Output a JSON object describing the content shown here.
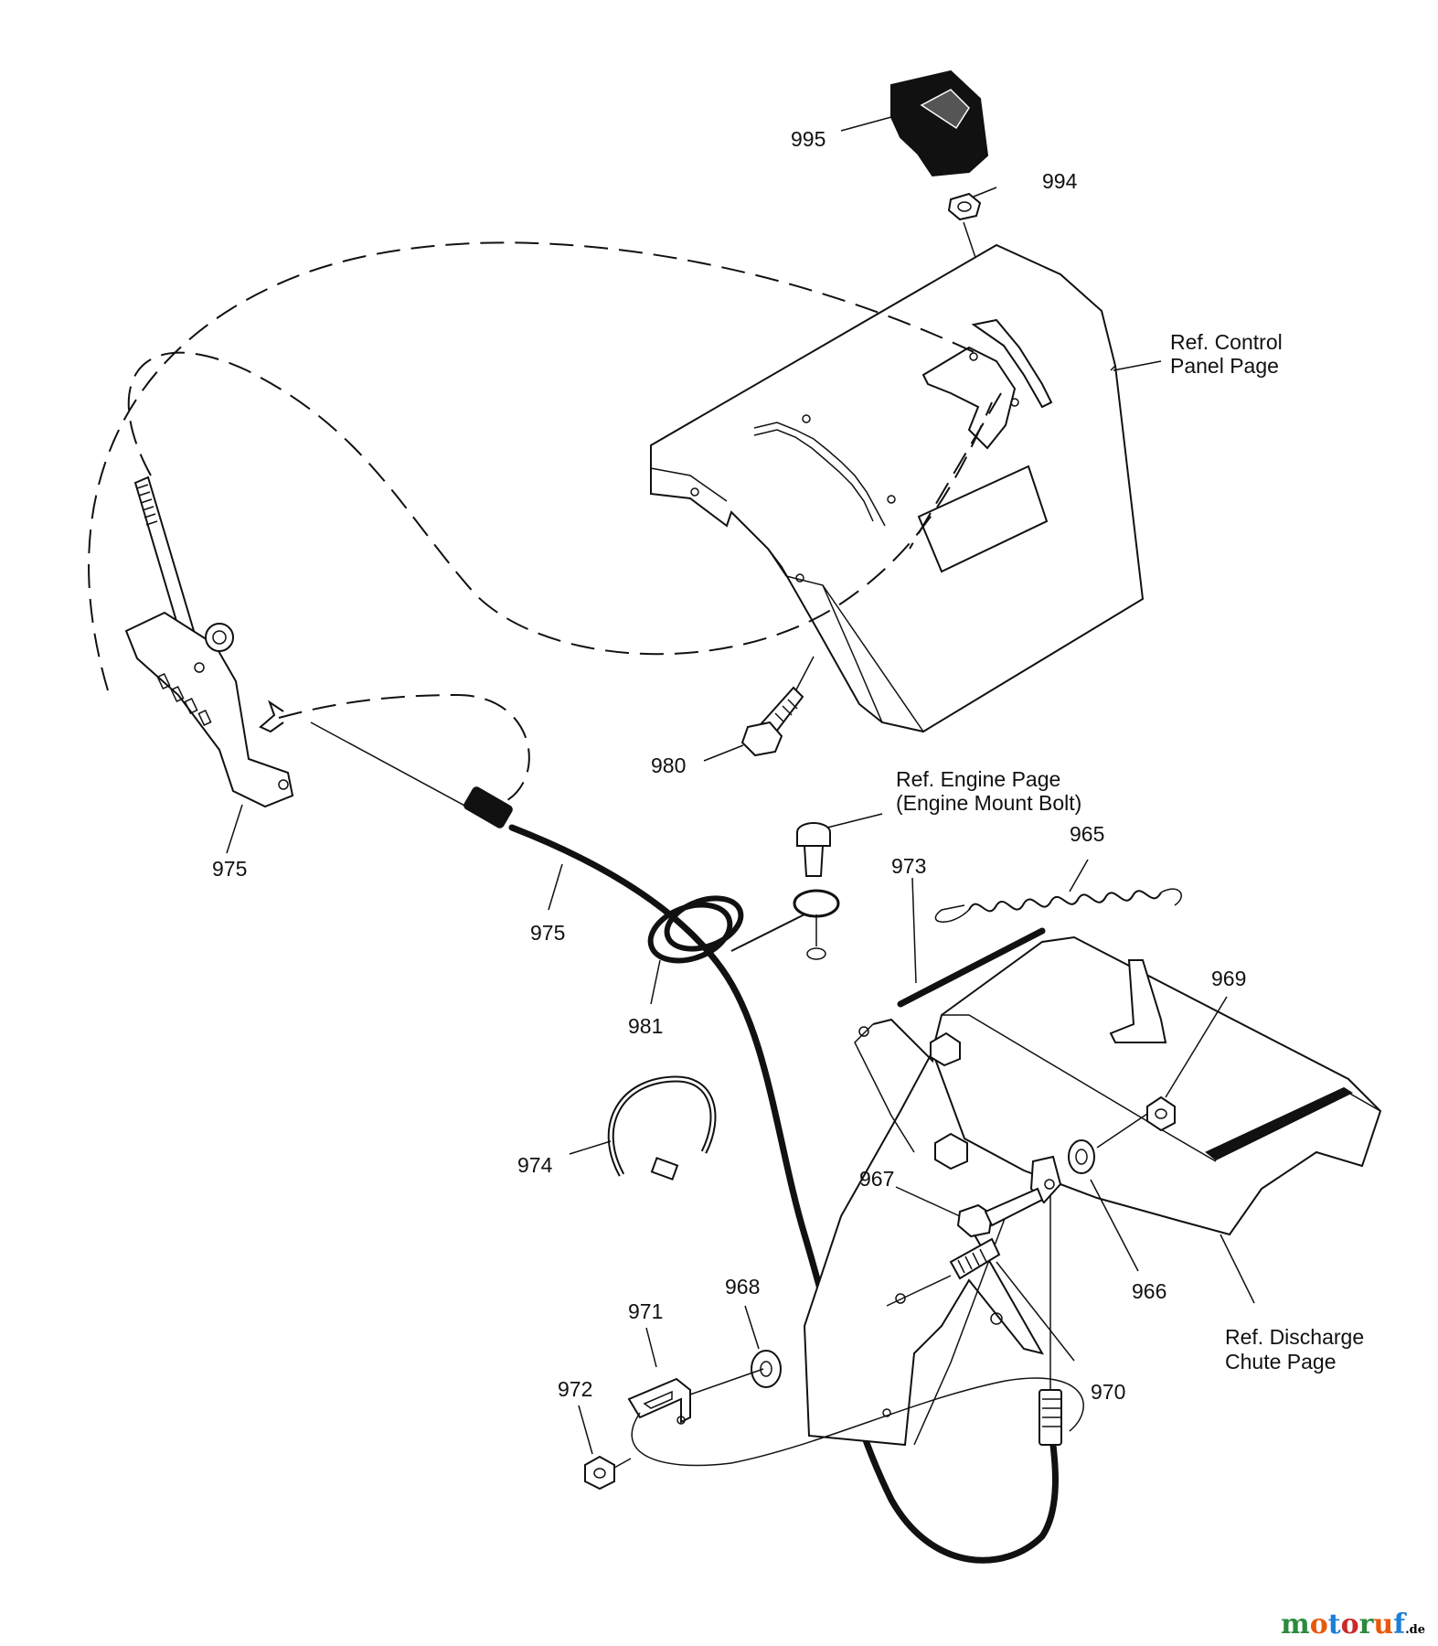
{
  "callouts": {
    "p995": "995",
    "p994": "994",
    "ref_control_1": "Ref. Control",
    "ref_control_2": "Panel Page",
    "p980": "980",
    "ref_engine_1": "Ref. Engine Page",
    "ref_engine_2": "(Engine Mount Bolt)",
    "p965": "965",
    "p973": "973",
    "p975a": "975",
    "p975b": "975",
    "p981": "981",
    "p969": "969",
    "p974": "974",
    "p967": "967",
    "p966": "966",
    "p968": "968",
    "p971": "971",
    "p972": "972",
    "p970": "970",
    "ref_discharge_1": "Ref. Discharge",
    "ref_discharge_2": "Chute Page"
  },
  "watermark": {
    "text": "motoruf",
    "suffix": ".de",
    "colors": [
      "#2b8a3e",
      "#e8590c",
      "#1c7ed6",
      "#c92a2a",
      "#2b8a3e",
      "#e8590c",
      "#1c7ed6"
    ]
  }
}
